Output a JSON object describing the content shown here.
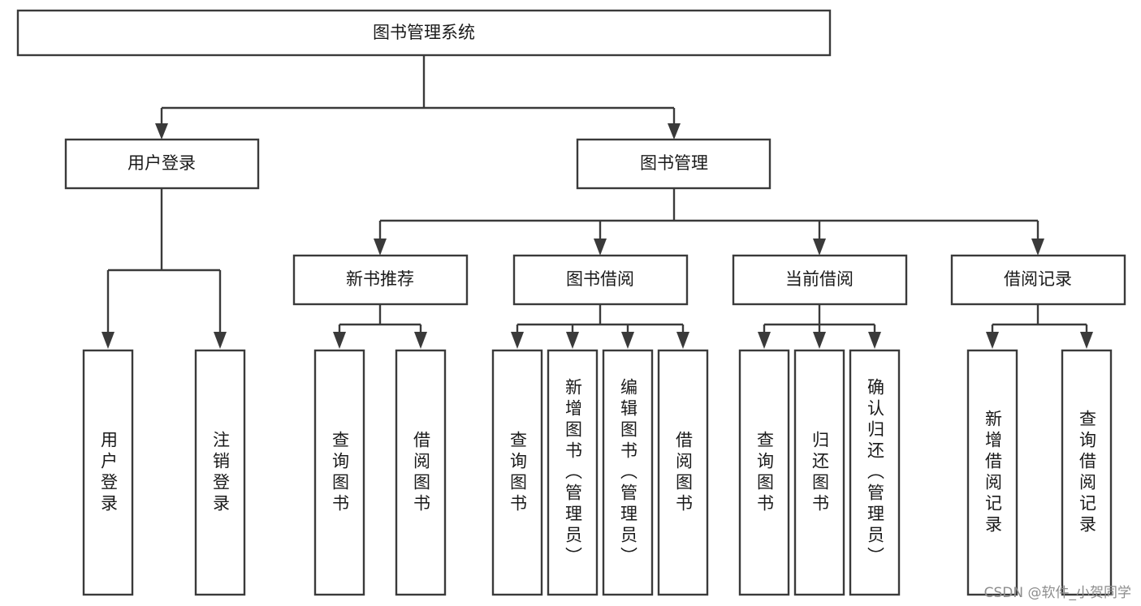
{
  "diagram": {
    "title": "图书管理系统",
    "watermark": "CSDN @软件_小贺同学",
    "colors": {
      "stroke": "#3a3a3a",
      "fill": "#ffffff",
      "text": "#1a1a1a",
      "watermark": "#8d8d8d"
    },
    "root": {
      "label": "图书管理系统"
    },
    "level2": [
      {
        "label": "用户登录"
      },
      {
        "label": "图书管理"
      }
    ],
    "level3": [
      {
        "label": "新书推荐"
      },
      {
        "label": "图书借阅"
      },
      {
        "label": "当前借阅"
      },
      {
        "label": "借阅记录"
      }
    ],
    "leaves": {
      "user_login": [
        {
          "label": "用户登录"
        },
        {
          "label": "注销登录"
        }
      ],
      "new_book": [
        {
          "label": "查询图书"
        },
        {
          "label": "借阅图书"
        }
      ],
      "book_borrow": [
        {
          "label": "查询图书"
        },
        {
          "label": "新增图书（管理员）"
        },
        {
          "label": "编辑图书（管理员）"
        },
        {
          "label": "借阅图书"
        }
      ],
      "current_borrow": [
        {
          "label": "查询图书"
        },
        {
          "label": "归还图书"
        },
        {
          "label": "确认归还（管理员）"
        }
      ],
      "borrow_record": [
        {
          "label": "新增借阅记录"
        },
        {
          "label": "查询借阅记录"
        }
      ]
    }
  }
}
